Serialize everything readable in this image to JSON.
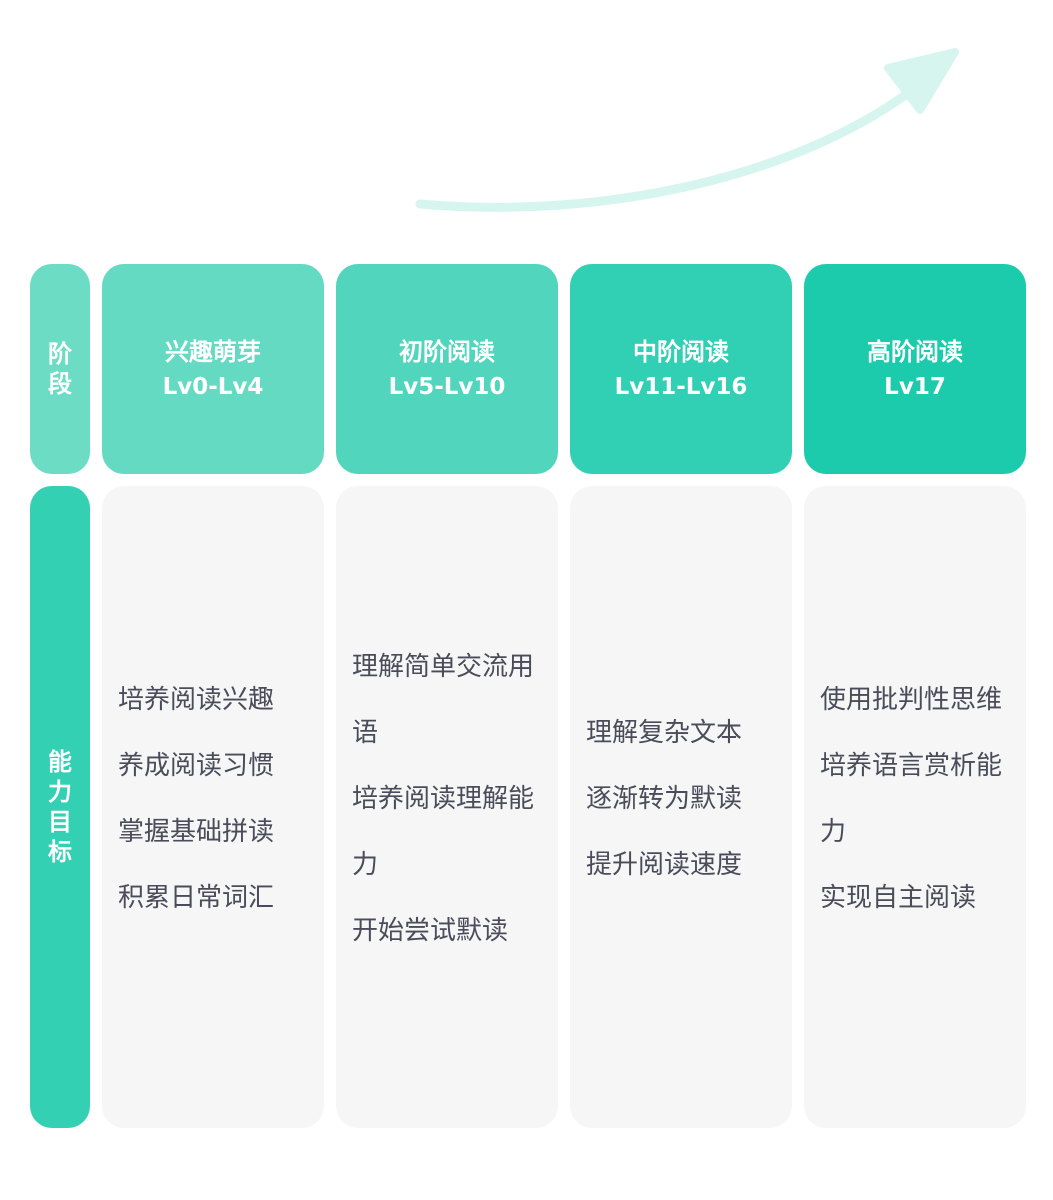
{
  "colors": {
    "arrow": "#d6f5ef",
    "label_stage_bg": "#6cdcc4",
    "label_ability_bg": "#33d0b4",
    "goal_card_bg": "#f6f6f6",
    "goal_text": "#4a4c5a"
  },
  "labels": {
    "stage": "阶段",
    "ability": "能力目标"
  },
  "stages": [
    {
      "name": "兴趣萌芽",
      "level": "Lv0-Lv4",
      "color": "#64dac3",
      "goals": [
        "培养阅读兴趣",
        "养成阅读习惯",
        "掌握基础拼读",
        "积累日常词汇"
      ]
    },
    {
      "name": "初阶阅读",
      "level": "Lv5-Lv10",
      "color": "#52d5bd",
      "goals": [
        "理解简单交流用语",
        "培养阅读理解能力",
        "开始尝试默读"
      ]
    },
    {
      "name": "中阶阅读",
      "level": "Lv11-Lv16",
      "color": "#31cfb3",
      "goals": [
        "理解复杂文本",
        "逐渐转为默读",
        "提升阅读速度"
      ]
    },
    {
      "name": "高阶阅读",
      "level": "Lv17",
      "color": "#1ccbab",
      "goals": [
        "使用批判性思维",
        "培养语言赏析能力",
        "实现自主阅读"
      ]
    }
  ]
}
